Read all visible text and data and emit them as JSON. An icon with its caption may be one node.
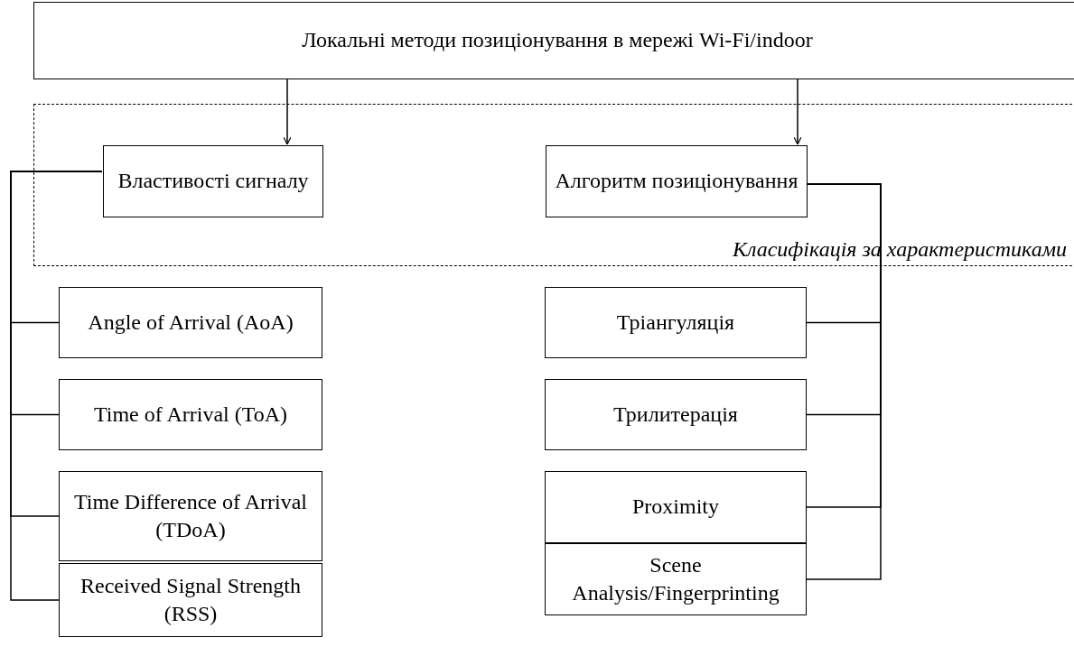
{
  "diagram": {
    "nodes": [
      {
        "text": [
          "Локальні методи позиціонування в мережі Wi-Fi/indoor"
        ]
      },
      {
        "text": [
          "Класифікація за характеристиками"
        ]
      },
      {
        "text": [
          "Властивості сигналу"
        ],
        "in": 1
      },
      {
        "text": [
          "Алгоритм позиціонування"
        ],
        "in": 1
      },
      {
        "text": [
          "Angle of Arrival (AoA)"
        ]
      },
      {
        "text": [
          "Time of Arrival (ToA)"
        ]
      },
      {
        "text": [
          "Time Difference of Arrival (TDoA)"
        ]
      },
      {
        "text": [
          "Received Signal Strength (RSS)"
        ]
      },
      {
        "text": [
          "Тріангуляція"
        ]
      },
      {
        "text": [
          "Трилитерація"
        ]
      },
      {
        "text": [
          "Proximity"
        ]
      },
      {
        "text": [
          "Scene Analysis/Fingerprinting"
        ]
      }
    ],
    "edges": [
      {
        "from": 0,
        "to": 2,
        "arrow": "to"
      },
      {
        "from": 0,
        "to": 3,
        "arrow": "to"
      },
      {
        "from": 2,
        "to": 4,
        "arrow": "none"
      },
      {
        "from": 2,
        "to": 5,
        "arrow": "none"
      },
      {
        "from": 2,
        "to": 6,
        "arrow": "none"
      },
      {
        "from": 2,
        "to": 7,
        "arrow": "none"
      },
      {
        "from": 3,
        "to": 8,
        "arrow": "none"
      },
      {
        "from": 3,
        "to": 9,
        "arrow": "none"
      },
      {
        "from": 3,
        "to": 10,
        "arrow": "none"
      },
      {
        "from": 3,
        "to": 11,
        "arrow": "none"
      }
    ]
  }
}
